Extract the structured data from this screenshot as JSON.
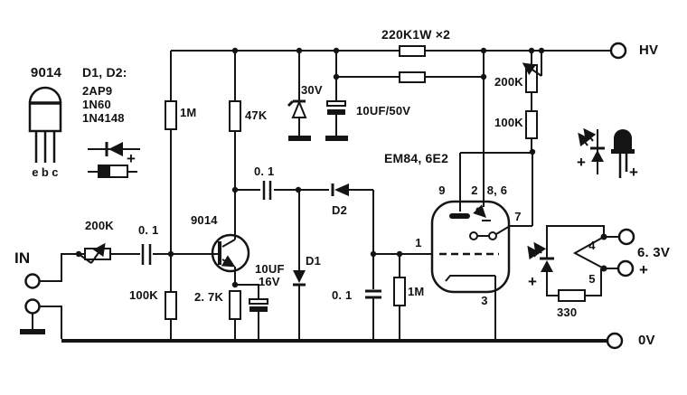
{
  "legend": {
    "transistor": {
      "label": "9014",
      "pin_e": "e",
      "pin_b": "b",
      "pin_c": "c"
    },
    "diodes": {
      "title": "D1, D2:",
      "type1": "2AP9",
      "type2": "1N60",
      "type3": "1N4148",
      "plus": "+"
    },
    "led": {
      "symbol_plus": "+",
      "package_plus": "+"
    }
  },
  "power": {
    "hv": "HV",
    "ov": "0V"
  },
  "heater": {
    "voltage": "6. 3V",
    "plus": "+"
  },
  "input": {
    "label": "IN"
  },
  "tube": {
    "label": "EM84, 6E2",
    "pin9": "9",
    "pin2": "2",
    "pin86": "8, 6",
    "pin7": "7",
    "pin1": "1",
    "pin3": "3",
    "pin4": "4",
    "pin5": "5"
  },
  "led_circuit": {
    "plus": "+"
  },
  "components": {
    "r_anode_load": "1M",
    "r_collector": "47K",
    "zener": "30V",
    "c_filter": "10UF/50V",
    "r_dropper": "220K1W ×2",
    "pot_output": "200K",
    "r_output": "100K",
    "pot_input": "200K",
    "c_input": "0. 1",
    "r_bias": "100K",
    "transistor": "9014",
    "r_emitter": "2. 7K",
    "c_emitter_value": "10UF",
    "c_emitter_voltage": "16V",
    "c_coupling": "0. 1",
    "d2": "D2",
    "d1": "D1",
    "c_grid": "0. 1",
    "r_grid": "1M",
    "r_led": "330"
  }
}
